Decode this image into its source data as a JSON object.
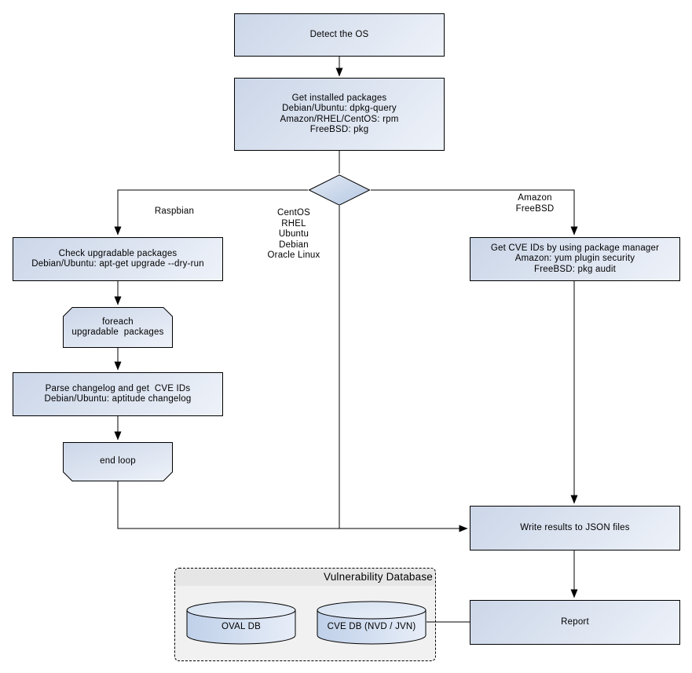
{
  "colors": {
    "border": "#000000",
    "node_fill_start": "#cbd6e8",
    "node_fill_end": "#eef2f9",
    "diamond_fill_start": "#e3eaf5",
    "diamond_fill_end": "#b5c8e2",
    "cylinder_fill_start": "#bfd0e9",
    "cylinder_fill_end": "#e8eef8",
    "cylinder_top_fill": "#dde7f3",
    "container_body": "#f1f1f1",
    "container_header": "#e6e6e6"
  },
  "nodes": {
    "detect_os": "Detect the OS",
    "get_installed_packages": "Get installed packages\nDebian/Ubuntu: dpkg-query\nAmazon/RHEL/CentOS: rpm\nFreeBSD: pkg",
    "check_upgradable": "Check upgradable packages\nDebian/Ubuntu: apt-get upgrade --dry-run",
    "foreach_loop": "foreach\nupgradable  packages",
    "parse_changelog": "Parse changelog and get  CVE IDs\nDebian/Ubuntu: aptitude changelog",
    "end_loop": "end loop",
    "get_cve_ids": "Get CVE IDs by using package manager\nAmazon: yum plugin security\nFreeBSD: pkg audit",
    "write_results": "Write results to JSON files",
    "report": "Report"
  },
  "branch_labels": {
    "left": "Raspbian",
    "middle": "CentOS\nRHEL\nUbuntu\nDebian\nOracle Linux",
    "right": "Amazon\nFreeBSD"
  },
  "database": {
    "title": "Vulnerability Database",
    "cylinders": [
      "OVAL DB",
      "CVE DB (NVD / JVN)"
    ]
  }
}
